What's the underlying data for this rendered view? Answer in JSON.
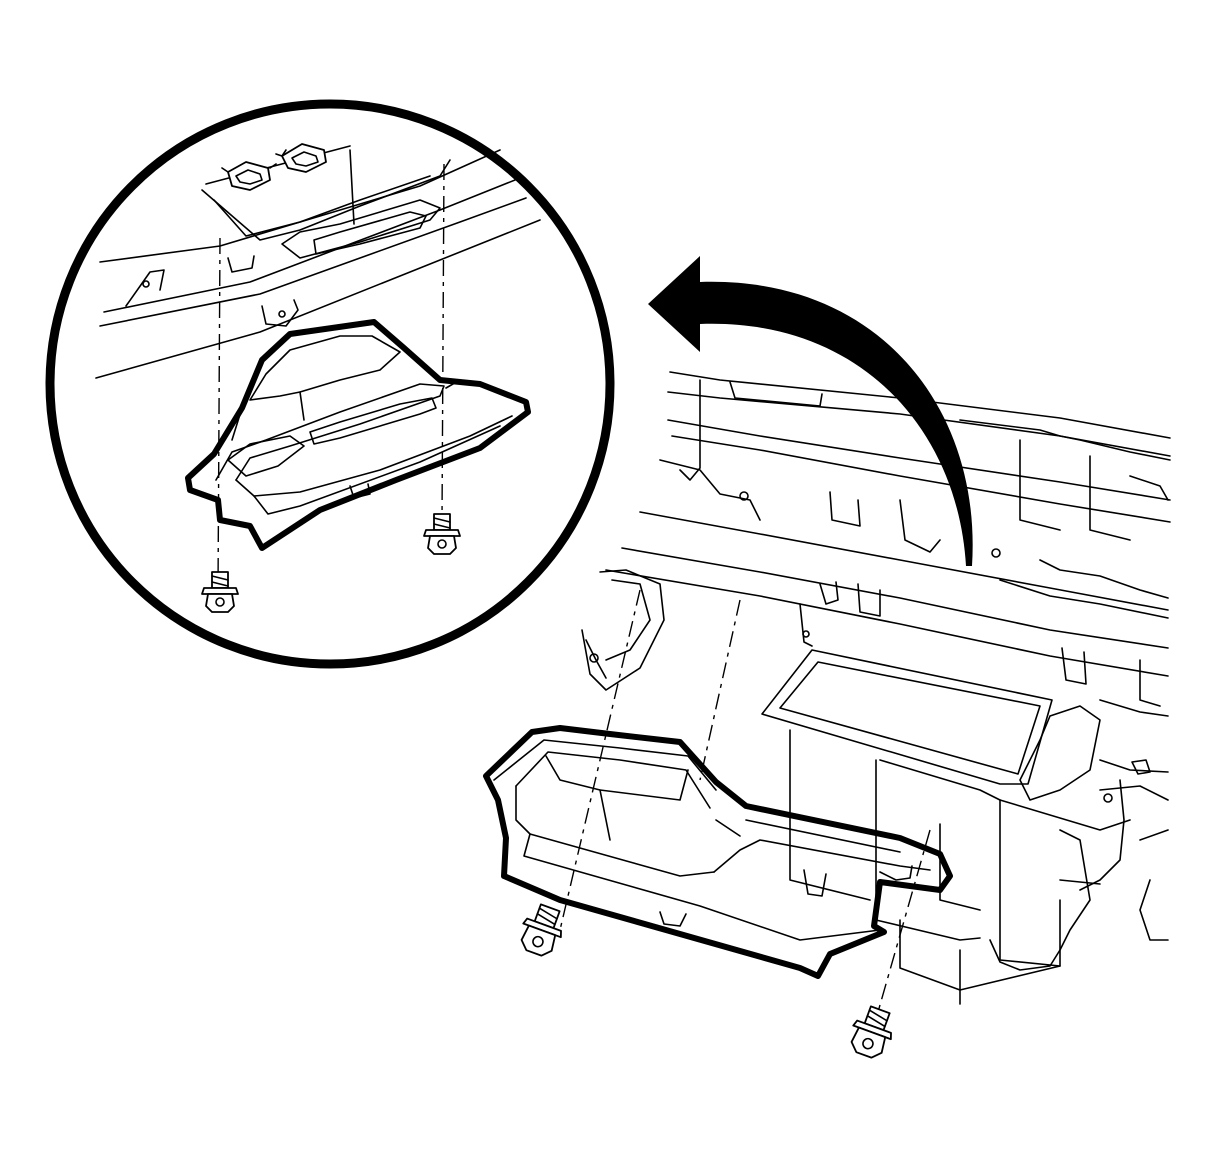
{
  "figure": {
    "kind": "service-manual-line-drawing",
    "colors": {
      "ink": "#000000",
      "paper": "#ffffff"
    },
    "icons": [
      "detail-magnifier-circle",
      "curved-direction-arrow",
      "bolt-icon",
      "retaining-clip-icon"
    ]
  }
}
